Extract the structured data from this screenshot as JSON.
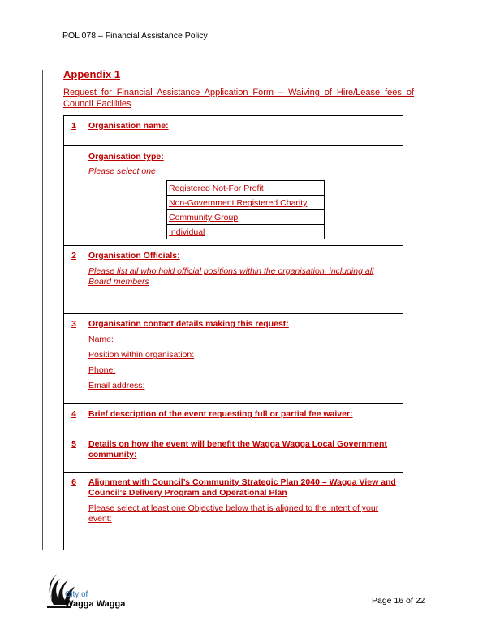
{
  "header": {
    "title": "POL 078 – Financial Assistance Policy"
  },
  "appendix": {
    "heading": "Appendix 1",
    "form_title": "Request for Financial Assistance Application Form – Waiving of Hire/Lease fees of Council Facilities"
  },
  "form": {
    "row1": {
      "num": "1",
      "label": "Organisation name:"
    },
    "type": {
      "label": "Organisation type:",
      "hint": "Please select one",
      "options": [
        "Registered Not-For Profit",
        "Non-Government Registered Charity",
        "Community Group",
        "Individual"
      ]
    },
    "row2": {
      "num": "2",
      "label": "Organisation Officials:",
      "hint": "Please list all who hold official positions within the organisation, including all Board members"
    },
    "row3": {
      "num": "3",
      "label": "Organisation contact details making this request:",
      "fields": [
        "Name:",
        "Position within organisation:",
        "Phone:",
        "Email address:"
      ]
    },
    "row4": {
      "num": "4",
      "label": "Brief description of the event requesting full or partial fee waiver:"
    },
    "row5": {
      "num": "5",
      "label": "Details on how the event will benefit the Wagga Wagga Local Government community:"
    },
    "row6": {
      "num": "6",
      "label": "Alignment with Council’s Community Strategic Plan 2040 – Wagga View and Council’s Delivery Program and Operational Plan",
      "note": "Please select at least one Objective below that is aligned to the intent of your event:"
    }
  },
  "footer": {
    "logo_city": "City of",
    "logo_name": "Wagga Wagga",
    "page": "Page 16 of 22"
  },
  "colors": {
    "accent": "#c00000",
    "logo_blue": "#2a6fb5"
  }
}
